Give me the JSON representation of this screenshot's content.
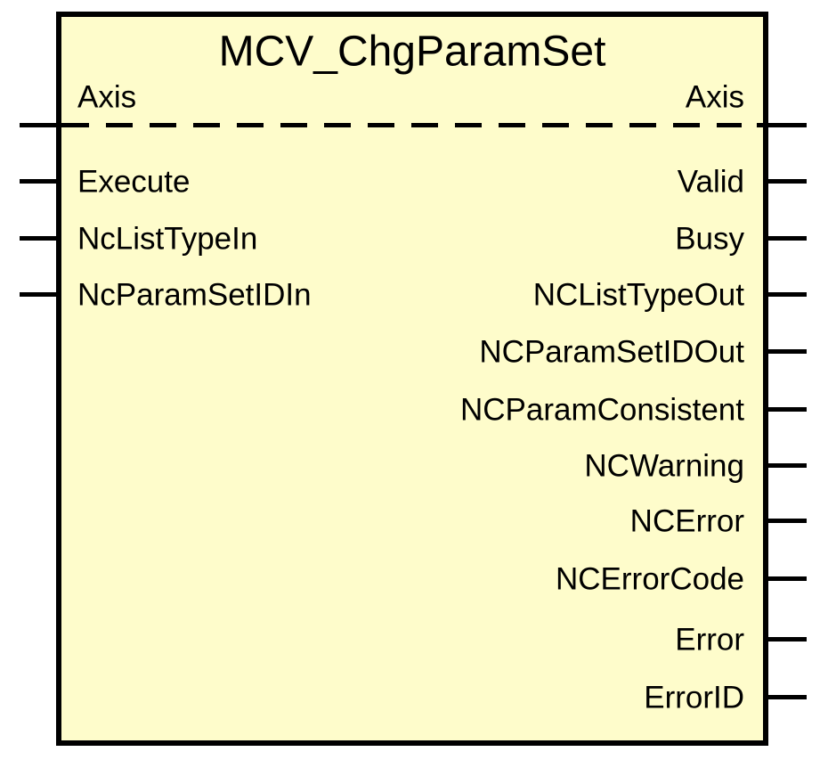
{
  "block": {
    "title": "MCV_ChgParamSet",
    "axis_in_label": "Axis",
    "axis_out_label": "Axis",
    "inputs": [
      "Execute",
      "NcListTypeIn",
      "NcParamSetIDIn"
    ],
    "outputs": [
      "Valid",
      "Busy",
      "NCListTypeOut",
      "NCParamSetIDOut",
      "NCParamConsistent",
      "NCWarning",
      "NCError",
      "NCErrorCode",
      "Error",
      "ErrorID"
    ],
    "colors": {
      "fill": "#FEFCCB",
      "border": "#000000",
      "text": "#000000",
      "page_background": "#FFFFFF"
    }
  }
}
